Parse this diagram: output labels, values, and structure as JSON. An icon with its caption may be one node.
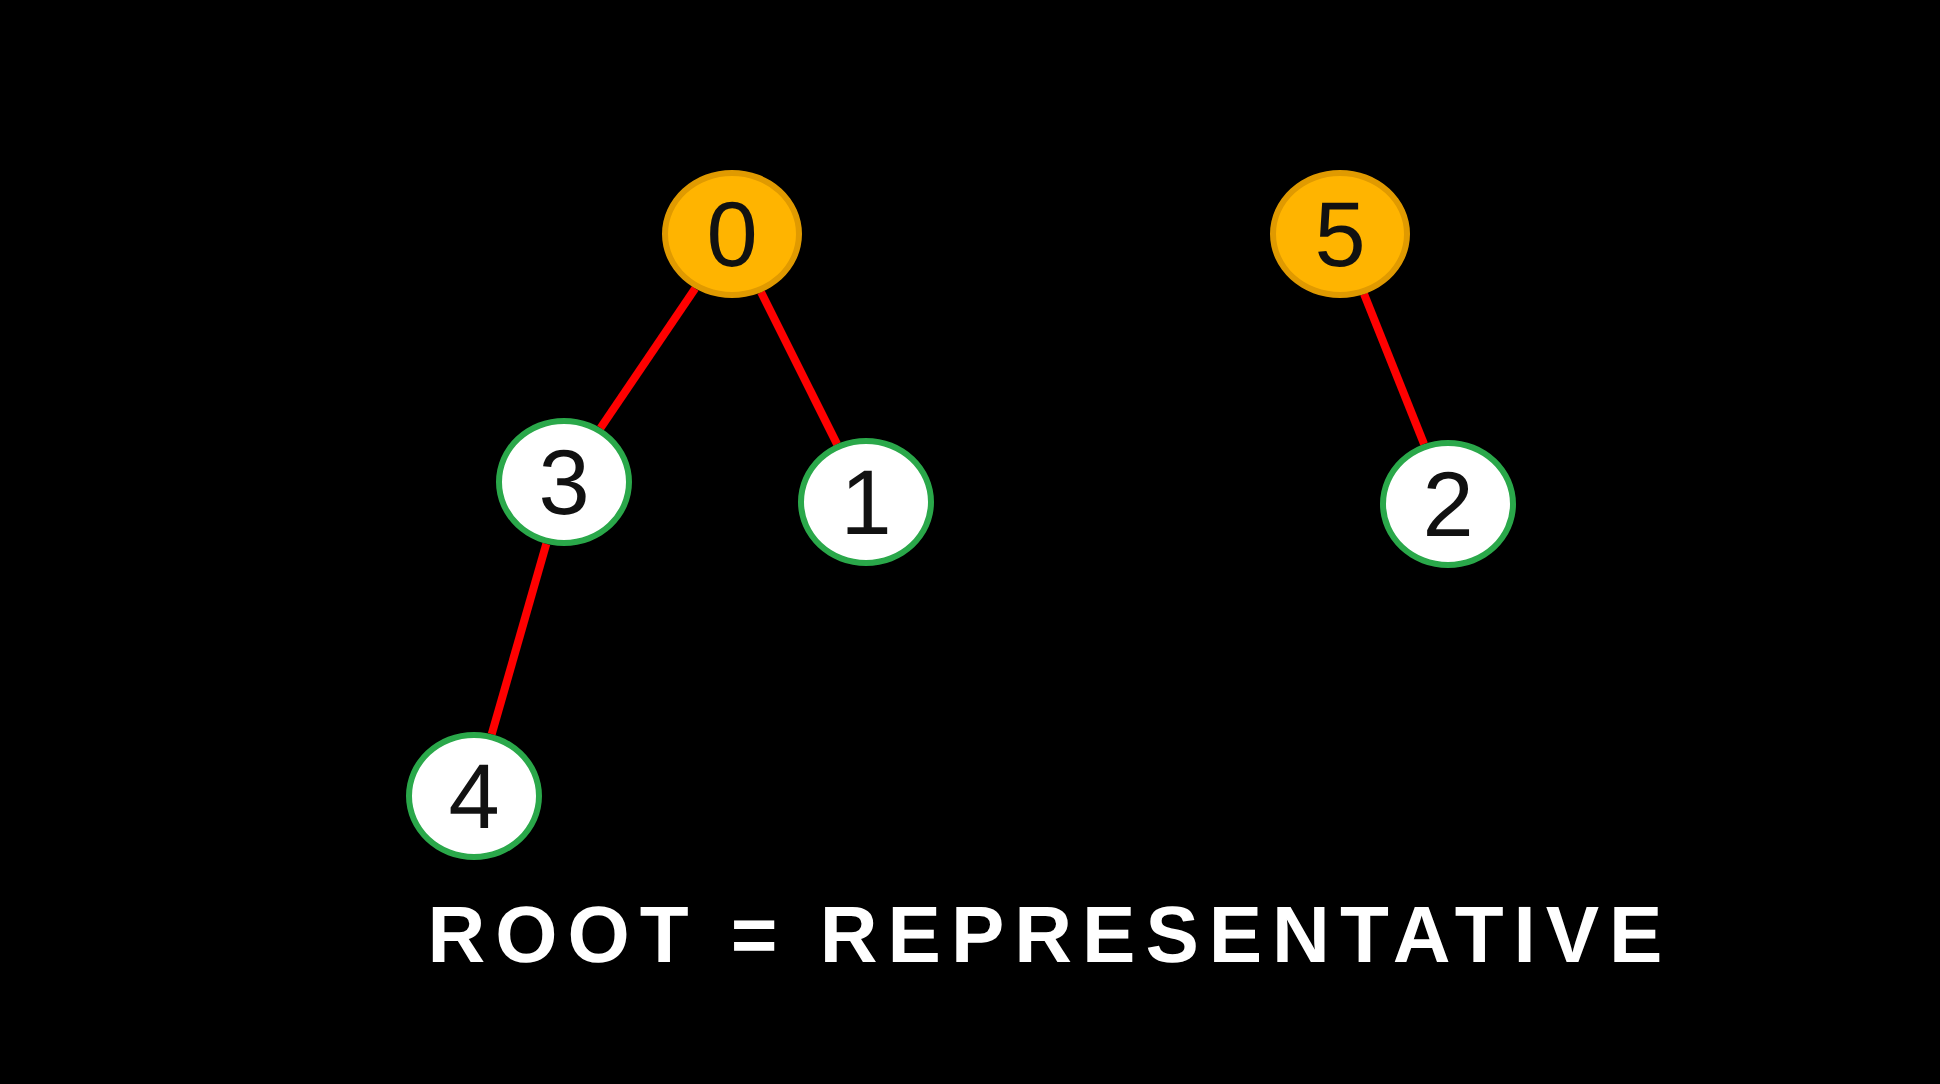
{
  "diagram": {
    "nodes": [
      {
        "text": [
          "0"
        ]
      },
      {
        "text": [
          "5"
        ]
      },
      {
        "text": [
          "3"
        ]
      },
      {
        "text": [
          "1"
        ]
      },
      {
        "text": [
          "2"
        ]
      },
      {
        "text": [
          "4"
        ]
      }
    ],
    "edges": [
      {
        "from": 0,
        "to": 2,
        "arrow": "none"
      },
      {
        "from": 0,
        "to": 3,
        "arrow": "none"
      },
      {
        "from": 1,
        "to": 4,
        "arrow": "none"
      },
      {
        "from": 2,
        "to": 5,
        "arrow": "none"
      }
    ],
    "labels": [
      "ROOT = REPRESENTATIVE"
    ]
  }
}
